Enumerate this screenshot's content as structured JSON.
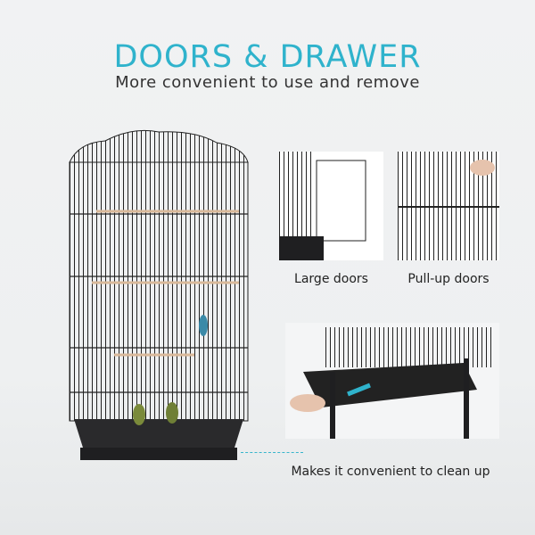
{
  "header": {
    "title": "DOORS & DRAWER",
    "subtitle": "More convenient to use and remove"
  },
  "features": [
    {
      "caption": "Large doors"
    },
    {
      "caption": "Pull-up doors"
    },
    {
      "caption": "Makes it convenient to clean up"
    }
  ],
  "colors": {
    "accent": "#2fb3cc",
    "cage": "#1c1c1e",
    "text": "#222222"
  }
}
